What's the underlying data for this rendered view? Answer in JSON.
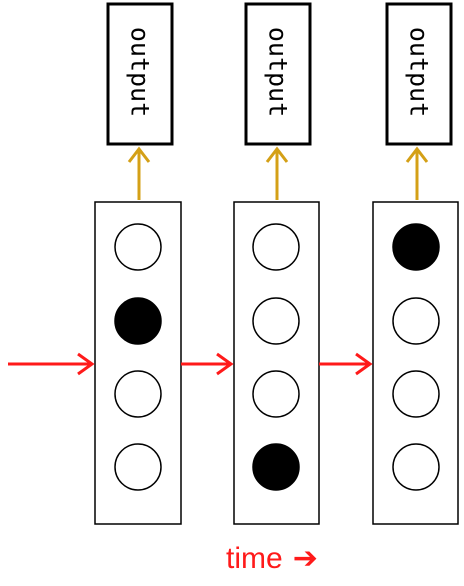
{
  "diagram": {
    "output_label": "output",
    "time_label": "time",
    "time_arrow_glyph": "➔",
    "columns": [
      {
        "active_node": 1
      },
      {
        "active_node": 3
      },
      {
        "active_node": 0
      }
    ],
    "colors": {
      "output_arrow": "#d4a017",
      "recurrent_arrow": "#ff1a1a",
      "active_node": "#000000",
      "inactive_node": "#ffffff"
    }
  }
}
